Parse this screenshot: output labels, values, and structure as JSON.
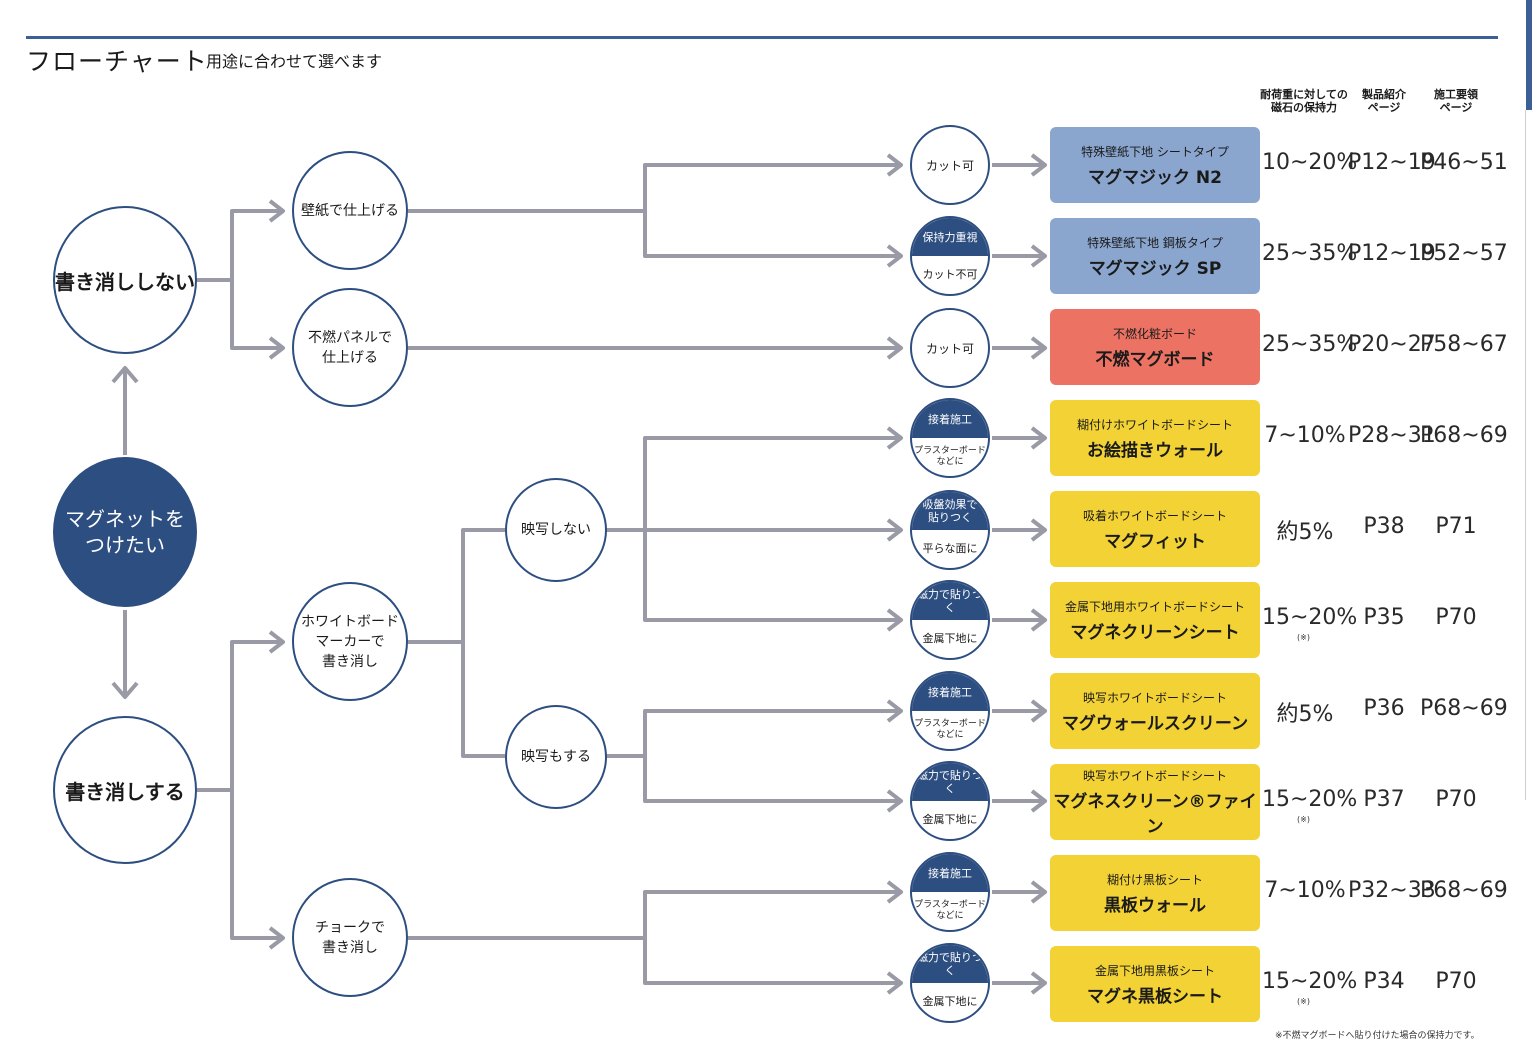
{
  "header": {
    "title": "フローチャート",
    "subtitle": "用途に合わせて選べます"
  },
  "columns": {
    "holding": "耐荷重に対しての\n磁石の保持力",
    "product_page": "製品紹介\nページ",
    "install_page": "施工要領\nページ"
  },
  "nodes": {
    "start": "マグネットを\nつけたい",
    "no_erase": "書き消ししない",
    "erase": "書き消しする",
    "wallpaper": "壁紙で仕上げる",
    "panel": "不燃パネルで\n仕上げる",
    "whiteboard": "ホワイトボード\nマーカーで\n書き消し",
    "chalk": "チョークで\n書き消し",
    "no_projection": "映写しない",
    "projection": "映写もする"
  },
  "conditions": {
    "cut_ok": "カット可",
    "hold_focus": "保持力重視",
    "no_cut": "カット不可",
    "adhesive": "接着施工",
    "plasterboard": "プラスターボード\nなどに",
    "suction": "吸盤効果で\n貼りつく",
    "flat": "平らな面に",
    "magnetic": "磁力で貼りつく",
    "metal": "金属下地に"
  },
  "products": [
    {
      "sub": "特殊壁紙下地 シートタイプ",
      "name": "マグマジック N2",
      "holding": "10~20%",
      "product_page": "P12~19",
      "install_page": "P46~51",
      "color": "#8aa6cf"
    },
    {
      "sub": "特殊壁紙下地 鋼板タイプ",
      "name": "マグマジック SP",
      "holding": "25~35%",
      "product_page": "P12~19",
      "install_page": "P52~57",
      "color": "#8aa6cf"
    },
    {
      "sub": "不燃化粧ボード",
      "name": "不燃マグボード",
      "holding": "25~35%",
      "product_page": "P20~27",
      "install_page": "P58~67",
      "color": "#ec7263"
    },
    {
      "sub": "糊付けホワイトボードシート",
      "name": "お絵描きウォール",
      "holding": "7~10%",
      "product_page": "P28~31",
      "install_page": "P68~69",
      "color": "#f2d234"
    },
    {
      "sub": "吸着ホワイトボードシート",
      "name": "マグフィット",
      "holding": "約5%",
      "product_page": "P38",
      "install_page": "P71",
      "color": "#f2d234"
    },
    {
      "sub": "金属下地用ホワイトボードシート",
      "name": "マグネクリーンシート",
      "holding": "15~20%",
      "note": "(※)",
      "product_page": "P35",
      "install_page": "P70",
      "color": "#f2d234"
    },
    {
      "sub": "映写ホワイトボードシート",
      "name": "マグウォールスクリーン",
      "holding": "約5%",
      "product_page": "P36",
      "install_page": "P68~69",
      "color": "#f2d234"
    },
    {
      "sub": "映写ホワイトボードシート",
      "name": "マグネスクリーン®ファイン",
      "holding": "15~20%",
      "note": "(※)",
      "product_page": "P37",
      "install_page": "P70",
      "color": "#f2d234"
    },
    {
      "sub": "糊付け黒板シート",
      "name": "黒板ウォール",
      "holding": "7~10%",
      "product_page": "P32~33",
      "install_page": "P68~69",
      "color": "#f2d234"
    },
    {
      "sub": "金属下地用黒板シート",
      "name": "マグネ黒板シート",
      "holding": "15~20%",
      "note": "(※)",
      "product_page": "P34",
      "install_page": "P70",
      "color": "#f2d234"
    }
  ],
  "footnote": "※不燃マグボードへ貼り付けた場合の保持力です。",
  "colors": {
    "accent": "#2d4e80",
    "connector": "#9a9aa6"
  }
}
